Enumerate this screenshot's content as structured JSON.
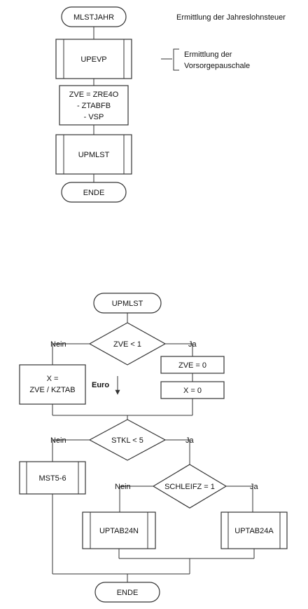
{
  "top_flow": {
    "title": "Ermittlung der Jahreslohnsteuer",
    "start": "MLSTJAHR",
    "sub_upevp": "UPEVP",
    "note_line1": "Ermittlung der",
    "note_line2": "Vorsorgepauschale",
    "calc_line1": "ZVE = ZRE4O",
    "calc_line2": "- ZTABFB",
    "calc_line3": "- VSP",
    "sub_upmlst": "UPMLST",
    "end": "ENDE"
  },
  "bottom_flow": {
    "start": "UPMLST",
    "decision1": "ZVE < 1",
    "no": "Nein",
    "yes": "Ja",
    "box_zve0": "ZVE = 0",
    "box_x0": "X = 0",
    "box_x_line1": "X =",
    "box_x_line2": "ZVE / KZTAB",
    "euro": "Euro",
    "decision2": "STKL < 5",
    "sub_mst56": "MST5-6",
    "decision3": "SCHLEIFZ = 1",
    "sub_uptab24n": "UPTAB24N",
    "sub_uptab24a": "UPTAB24A",
    "end": "ENDE"
  }
}
